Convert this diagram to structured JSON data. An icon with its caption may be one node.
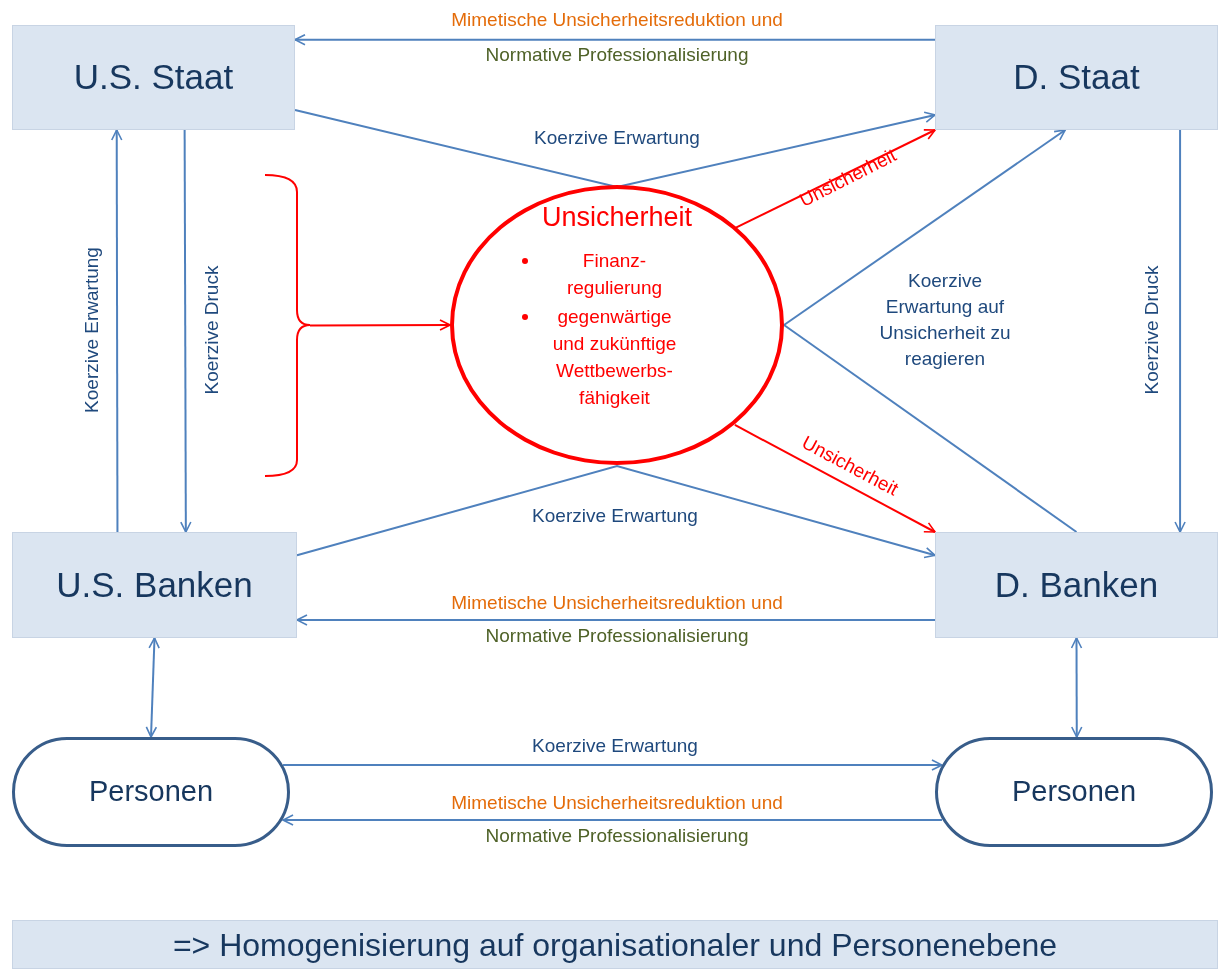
{
  "diagram": {
    "nodes": [
      {
        "text": [
          "U.S. Staat"
        ]
      },
      {
        "text": [
          "D. Staat"
        ]
      },
      {
        "text": [
          "Unsicherheit",
          "Finanz- regulierung",
          "gegenwärtige und zukünftige Wettbewerbs- fähigkeit"
        ]
      },
      {
        "text": [
          "U.S. Banken"
        ]
      },
      {
        "text": [
          "D. Banken"
        ]
      },
      {
        "text": [
          "Personen"
        ]
      },
      {
        "text": [
          "Personen"
        ]
      },
      {
        "text": [
          "=> Homogenisierung auf organisationaler und Personenebene"
        ]
      },
      {
        "text": [],
        "shape": "bracket"
      }
    ],
    "edges": [
      {
        "from": 1,
        "to": 0,
        "arrow": "to",
        "label": "Mimetische Unsicherheitsreduktion und"
      },
      {
        "from": 0,
        "to": 1,
        "arrow": "to",
        "label": "Koerzive Erwartung"
      },
      {
        "from": 2,
        "to": 1,
        "arrow": "to",
        "label": "Unsicherheit",
        "color": "#ff0000"
      },
      {
        "from": 2,
        "to": 1,
        "arrow": "to"
      },
      {
        "from": 2,
        "to": 4,
        "arrow": "none"
      },
      {
        "from": 0,
        "to": 3,
        "arrow": "to",
        "label": "Koerzive Druck"
      },
      {
        "from": 3,
        "to": 0,
        "arrow": "to",
        "label": "Koerzive Erwartung"
      },
      {
        "from": 1,
        "to": 4,
        "arrow": "to",
        "label": "Koerzive Druck"
      },
      {
        "from": 3,
        "to": 4,
        "arrow": "to",
        "label": "Koerzive Erwartung"
      },
      {
        "from": 2,
        "to": 4,
        "arrow": "to",
        "label": "Unsicherheit",
        "color": "#ff0000"
      },
      {
        "from": 4,
        "to": 3,
        "arrow": "to",
        "label": "Mimetische Unsicherheitsreduktion und"
      },
      {
        "from": 3,
        "to": 5,
        "arrow": "both"
      },
      {
        "from": 4,
        "to": 6,
        "arrow": "both"
      },
      {
        "from": 5,
        "to": 6,
        "arrow": "to",
        "label": "Koerzive Erwartung"
      },
      {
        "from": 6,
        "to": 5,
        "arrow": "to",
        "label": "Mimetische Unsicherheitsreduktion und"
      },
      {
        "from": 8,
        "to": 2,
        "arrow": "to",
        "color": "#ff0000"
      }
    ],
    "labels": [
      "Normative Professionalisierung",
      "Koerzive Erwartung auf Unsicherheit zu reagieren",
      "Normative Professionalisierung",
      "Normative Professionalisierung"
    ]
  }
}
